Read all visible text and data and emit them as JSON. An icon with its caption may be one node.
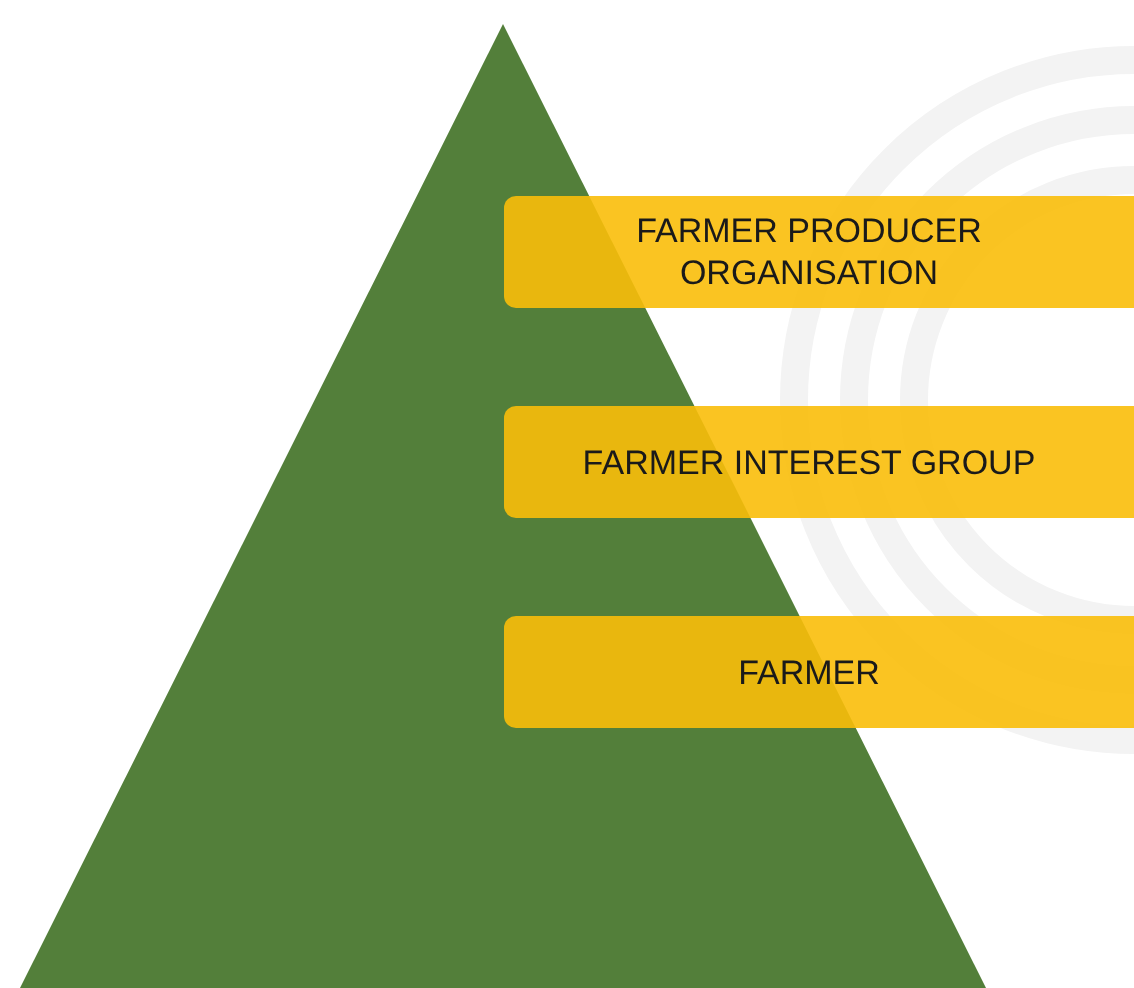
{
  "diagram": {
    "nodes": [
      {
        "text": [],
        "shape": "triangle"
      },
      {
        "text": [
          "FARMER PRODUCER ORGANISATION"
        ]
      },
      {
        "text": [
          "FARMER INTEREST GROUP"
        ]
      },
      {
        "text": [
          "FARMER"
        ]
      }
    ]
  }
}
